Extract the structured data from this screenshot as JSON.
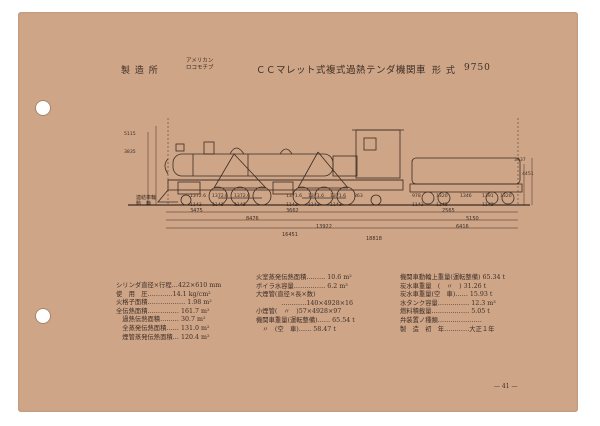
{
  "header": {
    "maker_label": "製 造 所",
    "maker_line1": "アメリカン",
    "maker_line2": "ロコモチブ",
    "title": "ＣＣマレット式複式過熱テンダ機関車",
    "type_label": "形 式",
    "type_number": "9750"
  },
  "diagram": {
    "wheel_label": "連結車輪\n動　輪",
    "dims_top": [
      "1372.6",
      "1372.6",
      "1372.6",
      "1371.6",
      "1371.6",
      "1371.6",
      "863",
      "978",
      "1320",
      "1346",
      "1391",
      "1320",
      "2440"
    ],
    "dims_mid": [
      "1143",
      "1143",
      "1143",
      "1143",
      "1143",
      "1143",
      "1143",
      "1143",
      "1143"
    ],
    "dims_left": [
      "5115",
      "3835",
      "3937",
      "4451"
    ],
    "overall_lengths": [
      "3475",
      "3662",
      "8476",
      "13922",
      "16451",
      "6416",
      "18818"
    ],
    "tender_lengths": [
      "2565",
      "5150"
    ]
  },
  "specs": {
    "col1": [
      "シリンダ直径×行程…422×610 mm",
      "使　用　圧…………14.1 kg/cm²",
      "火格子面積……………… 1.98 m²",
      "全伝熱面積…………… 161.7 m²",
      "　過熱伝熱面積……… 30.7 m²",
      "　全蒸発伝熱面積…… 131.0 m²",
      "　煙管蒸発伝熱面積… 120.4 m²"
    ],
    "col2": [
      "火室蒸発伝熱面積……… 10.6 m²",
      "ボイラ水容量…………… 6.2 m³",
      "大煙管(直径×長×数)",
      "　　　　…………140×4928×16",
      "小煙管(　〃　)57×4928×97",
      "機関車重量(運転整備)…… 65.54 t",
      "　〃　(空　車)…… 58.47 t"
    ],
    "col3": [
      "機関車動輪上重量(運転整備) 65.34 t",
      "炭水車重量　(　〃　) 31.26 t",
      "炭水車重量(空　車)…… 15.93 t",
      "水タンク容量…………… 12.3 m³",
      "燃料積載量……………… 5.05 t",
      "弁装置ノ種類…………………",
      "製　造　初　年…………大正１年"
    ]
  },
  "page_number": "— 41 —"
}
